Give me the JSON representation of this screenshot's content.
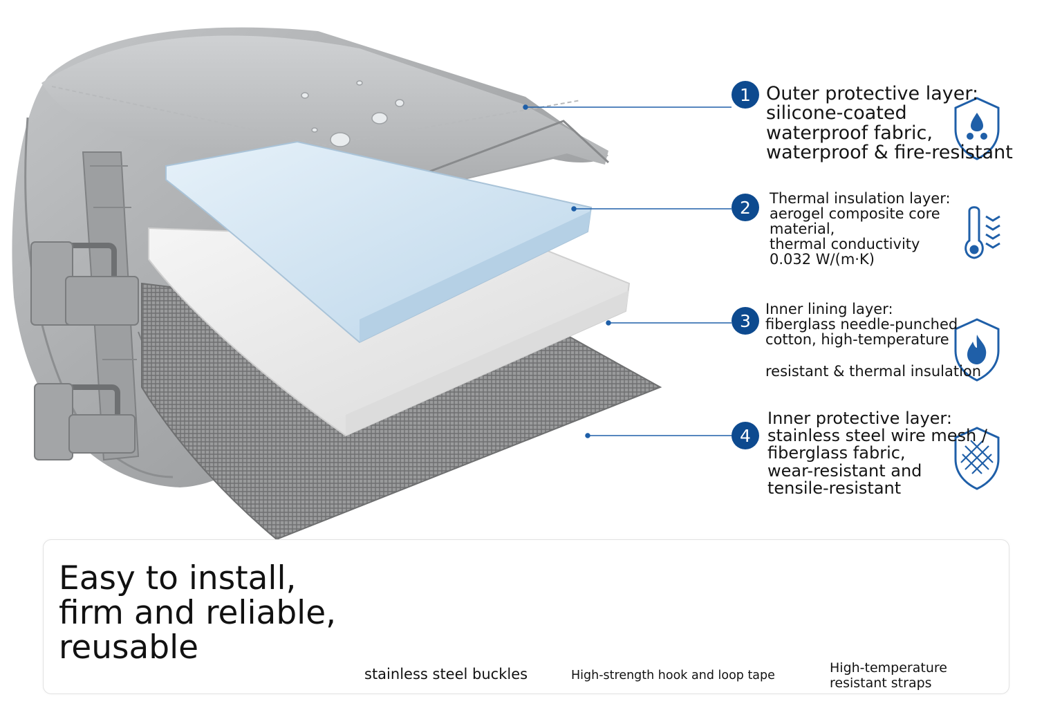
{
  "layers": [
    {
      "number": "1",
      "lines": [
        "Outer protective layer:",
        "silicone-coated",
        "waterproof fabric,",
        "waterproof & fire-resistant"
      ],
      "icon": "water-drop-shield-icon"
    },
    {
      "number": "2",
      "lines": [
        "Thermal insulation layer:",
        "aerogel composite core",
        "material,",
        "thermal conductivity",
        "0.032 W/(m·K)"
      ],
      "icon": "thermometer-icon"
    },
    {
      "number": "3",
      "lines": [
        "Inner lining layer:",
        "fiberglass needle-punched",
        "cotton, high-temperature",
        "resistant & thermal insulation"
      ],
      "icon": "flame-shield-icon"
    },
    {
      "number": "4",
      "lines": [
        "Inner protective layer:",
        "stainless steel wire mesh /",
        "fiberglass fabric,",
        "wear-resistant and",
        "tensile-resistant"
      ],
      "icon": "mesh-shield-icon"
    }
  ],
  "headline": [
    "Easy to install,",
    "firm and reliable,",
    "reusable"
  ],
  "features": [
    {
      "caption": "stainless steel buckles"
    },
    {
      "caption": "High-strength hook and loop tape"
    },
    {
      "caption_lines": [
        "High-temperature",
        "resistant straps"
      ]
    }
  ],
  "colors": {
    "accent": "#0d4a8f",
    "fabric": "#a9abad",
    "aerogel": "#cfe3f2",
    "lining": "#e8e8e8",
    "mesh": "#8a8a8a"
  }
}
